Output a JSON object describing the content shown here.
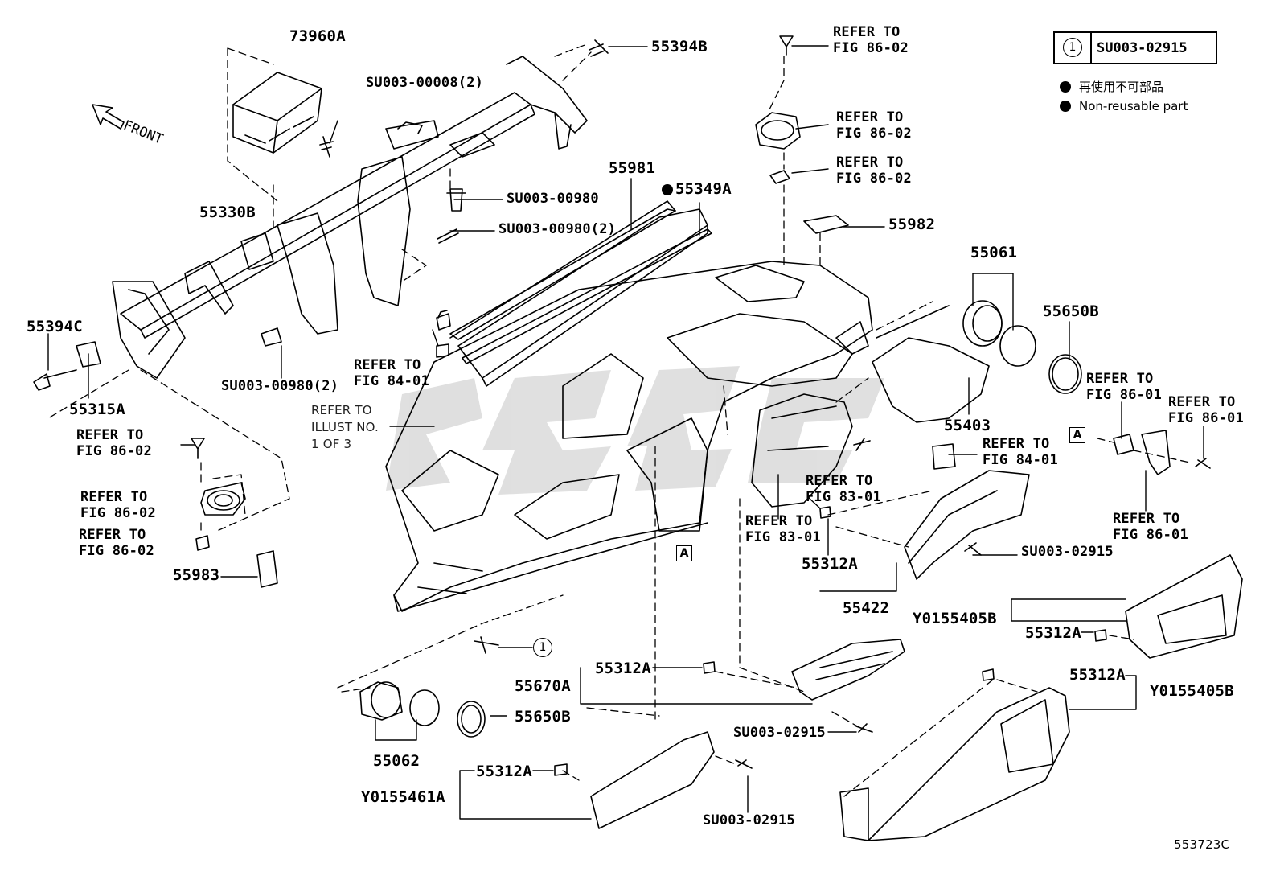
{
  "diagram": {
    "front_label": "FRONT",
    "legend": {
      "circle_num": "1",
      "part": "SU003-02915",
      "note_jp": "再使用不可部品",
      "note_en": "Non-reusable part"
    },
    "labels": {
      "p73960A": "73960A",
      "p55394B": "55394B",
      "su00008": "SU003-00008(2)",
      "p55330B": "55330B",
      "su00980": "SU003-00980",
      "su00980b": "SU003-00980(2)",
      "su00980c": "SU003-00980(2)",
      "p55981": "55981",
      "p55349A": "55349A",
      "p55982": "55982",
      "p55061": "55061",
      "p55650B_r": "55650B",
      "p55394C": "55394C",
      "p55315A": "55315A",
      "p55403": "55403",
      "p55983": "55983",
      "p55312A_1": "55312A",
      "p55312A_2": "55312A",
      "p55312A_3": "55312A",
      "p55312A_4": "55312A",
      "p55312A_5": "55312A",
      "p55422": "55422",
      "y55405B_1": "Y0155405B",
      "y55405B_2": "Y0155405B",
      "p55670A": "55670A",
      "p55650B_l": "55650B",
      "p55062": "55062",
      "y55461A": "Y0155461A",
      "su02915_a": "SU003-02915",
      "su02915_b": "SU003-02915",
      "su02915_c": "SU003-02915",
      "ref_86_02_a": "REFER TO\nFIG 86-02",
      "ref_86_02_b": "REFER TO\nFIG 86-02",
      "ref_86_02_c": "REFER TO\nFIG 86-02",
      "ref_86_02_d": "REFER TO\nFIG 86-02",
      "ref_86_02_e": "REFER TO\nFIG 86-02",
      "ref_86_02_f": "REFER TO\nFIG 86-02",
      "ref_84_01_a": "REFER TO\nFIG 84-01",
      "ref_84_01_b": "REFER TO\nFIG 84-01",
      "ref_83_01_a": "REFER TO\nFIG 83-01",
      "ref_83_01_b": "REFER TO\nFIG 83-01",
      "ref_86_01_a": "REFER TO\nFIG 86-01",
      "ref_86_01_b": "REFER TO\nFIG 86-01",
      "ref_86_01_c": "REFER TO\nFIG 86-01",
      "ref_illust": "REFER TO\nILLUST NO.\n1 OF 3",
      "box_a": "A",
      "circle_one": "1",
      "code": "553723C"
    }
  }
}
